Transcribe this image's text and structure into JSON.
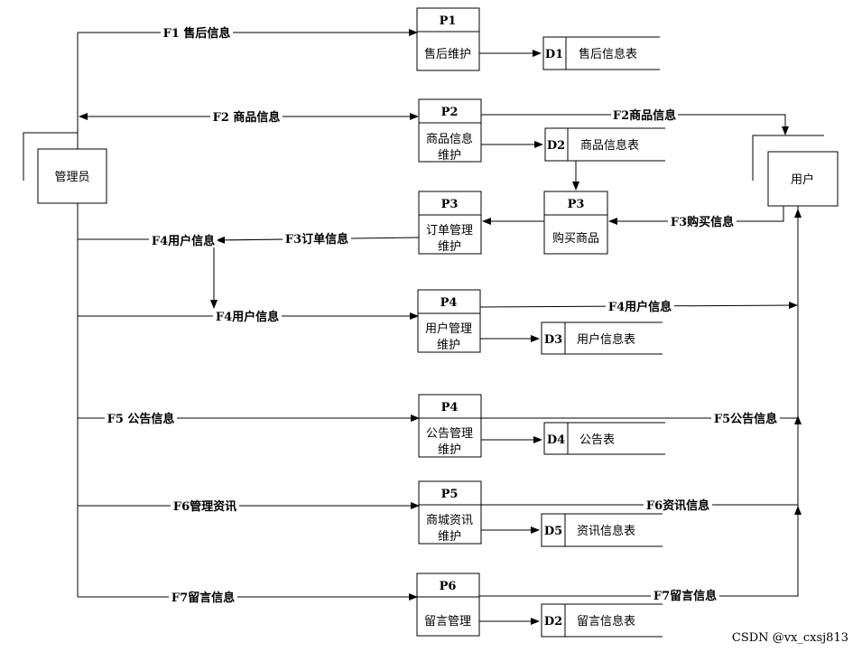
{
  "entities": {
    "admin": "管理员",
    "user": "用户"
  },
  "processes": [
    {
      "id": "P1",
      "name": [
        "售后维护"
      ]
    },
    {
      "id": "P2",
      "name": [
        "商品信息",
        "维护"
      ]
    },
    {
      "id": "P3",
      "name": [
        "订单管理",
        "维护"
      ]
    },
    {
      "id": "P3",
      "name": [
        "购买商品"
      ]
    },
    {
      "id": "P4",
      "name": [
        "用户管理",
        "维护"
      ]
    },
    {
      "id": "P4",
      "name": [
        "公告管理",
        "维护"
      ]
    },
    {
      "id": "P5",
      "name": [
        "商城资讯",
        "维护"
      ]
    },
    {
      "id": "P6",
      "name": [
        "留言管理"
      ]
    }
  ],
  "stores": [
    {
      "id": "D1",
      "name": "售后信息表"
    },
    {
      "id": "D2",
      "name": "商品信息表"
    },
    {
      "id": "D3",
      "name": "用户信息表"
    },
    {
      "id": "D4",
      "name": "公告表"
    },
    {
      "id": "D5",
      "name": "资讯信息表"
    },
    {
      "id": "D2",
      "name": "留言信息表"
    }
  ],
  "flows": {
    "f1_after_sale": "F1 售后信息",
    "f2_admin_goods": "F2 商品信息",
    "f2_user_goods": "F2商品信息",
    "f3_order": "F3订单信息",
    "f3_purchase": "F3购买信息",
    "f4_user_left": "F4用户信息",
    "f4_user_mid": "F4用户信息",
    "f4_user_right": "F4用户信息",
    "f5_admin": "F5 公告信息",
    "f5_user": "F5公告信息",
    "f6_admin": "F6管理资讯",
    "f6_user": "F6资讯信息",
    "f7_admin": "F7留言信息",
    "f7_user": "F7留言信息"
  },
  "watermark": "CSDN @vx_cxsj813"
}
